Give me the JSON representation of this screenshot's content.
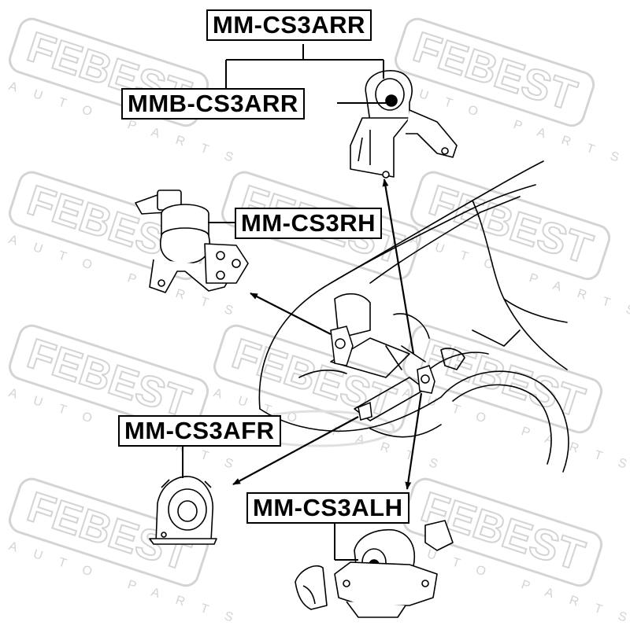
{
  "watermark": {
    "brand": "FEBEST",
    "tagline": "AUTO PARTS"
  },
  "labels": {
    "mm_cs3arr": "MM-CS3ARR",
    "mmb_cs3arr": "MMB-CS3ARR",
    "mm_cs3rh": "MM-CS3RH",
    "mm_cs3afr": "MM-CS3AFR",
    "mm_cs3alh": "MM-CS3ALH"
  },
  "colors": {
    "line": "#000000",
    "watermark": "#d9d9d9",
    "background": "#ffffff"
  }
}
